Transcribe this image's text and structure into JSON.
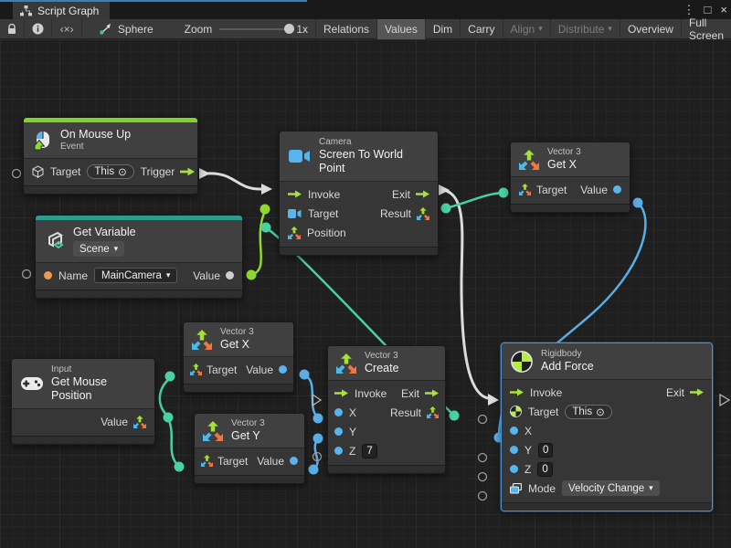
{
  "window": {
    "tab_title": "Script Graph"
  },
  "glyphs": {
    "menu": "⋮",
    "maximize": "□",
    "close": "×",
    "code": "‹×›",
    "dropdown": "▾",
    "target_self": "⊙",
    "lock": "🔒",
    "info": "ⓘ"
  },
  "toolbar": {
    "breadcrumb": "Sphere",
    "zoom_label": "Zoom",
    "zoom_value": "1x",
    "relations": "Relations",
    "values": "Values",
    "dim": "Dim",
    "carry": "Carry",
    "align": "Align",
    "distribute": "Distribute",
    "overview": "Overview",
    "fullscreen": "Full Screen"
  },
  "nodes": {
    "on_mouse_up": {
      "title": "On Mouse Up",
      "subtitle": "Event",
      "target_label": "Target",
      "target_value": "This",
      "trigger_label": "Trigger"
    },
    "get_variable": {
      "title": "Get Variable",
      "scope": "Scene",
      "name_label": "Name",
      "name_value": "MainCamera",
      "value_label": "Value"
    },
    "camera": {
      "category": "Camera",
      "title": "Screen To World Point",
      "invoke": "Invoke",
      "exit": "Exit",
      "target": "Target",
      "result": "Result",
      "position": "Position"
    },
    "get_x_top": {
      "category": "Vector 3",
      "title": "Get X",
      "target": "Target",
      "value": "Value"
    },
    "get_x_mid": {
      "category": "Vector 3",
      "title": "Get X",
      "target": "Target",
      "value": "Value"
    },
    "get_y": {
      "category": "Vector 3",
      "title": "Get Y",
      "target": "Target",
      "value": "Value"
    },
    "get_mouse_position": {
      "category": "Input",
      "title": "Get Mouse Position",
      "value_label": "Value"
    },
    "create": {
      "category": "Vector 3",
      "title": "Create",
      "invoke": "Invoke",
      "exit": "Exit",
      "result": "Result",
      "x": "X",
      "y": "Y",
      "z": "Z",
      "z_value": "7"
    },
    "add_force": {
      "category": "Rigidbody",
      "title": "Add Force",
      "invoke": "Invoke",
      "exit": "Exit",
      "target": "Target",
      "target_value": "This",
      "x": "X",
      "y": "Y",
      "y_value": "0",
      "z": "Z",
      "z_value": "0",
      "mode_label": "Mode",
      "mode_value": "Velocity Change"
    }
  },
  "colors": {
    "event_accent": "#7fd32b",
    "variable_accent": "#2b9d8c",
    "wire_white": "#dcdcdc",
    "wire_teal": "#49d0a4",
    "wire_lime": "#8fd92f",
    "wire_blue": "#58aee6",
    "port_blue": "#57b4ec",
    "port_orange": "#ee9a4e",
    "selection": "#4e8fd0"
  }
}
